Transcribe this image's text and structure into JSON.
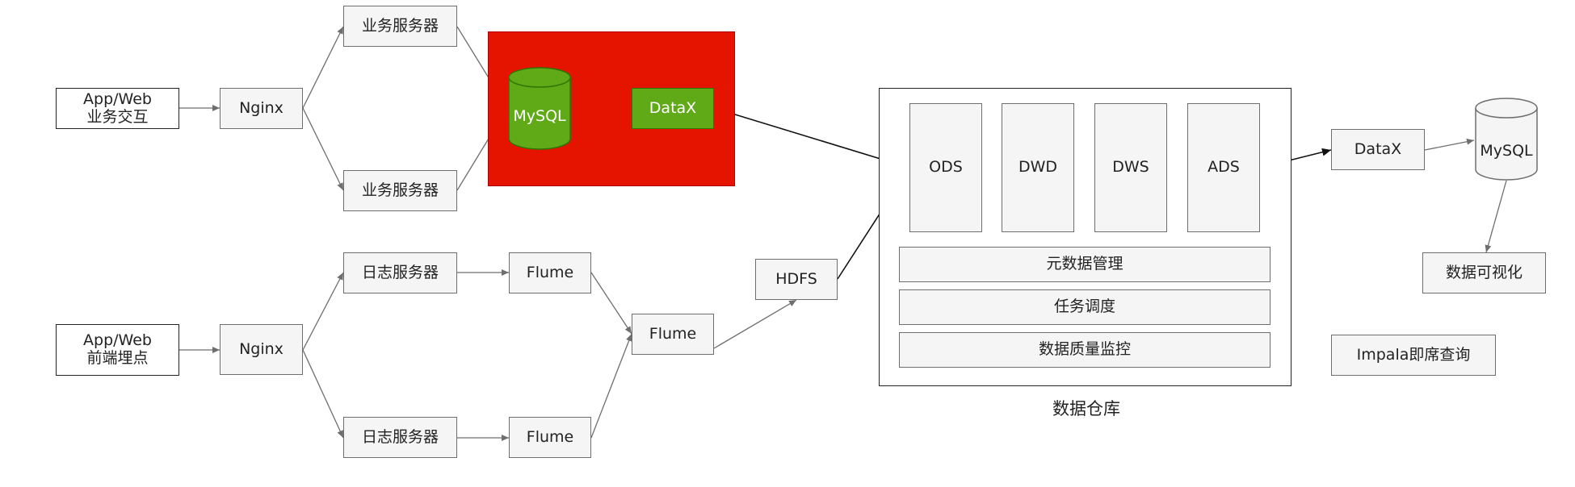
{
  "diagram": {
    "business_flow": {
      "source": [
        "App/Web",
        "业务交互"
      ],
      "proxy": "Nginx",
      "servers": [
        "业务服务器",
        "业务服务器"
      ]
    },
    "sync_block": {
      "db": "MySQL",
      "tool": "DataX",
      "highlight_color": "#e51400"
    },
    "log_flow": {
      "source": [
        "App/Web",
        "前端埋点"
      ],
      "proxy": "Nginx",
      "servers": [
        "日志服务器",
        "日志服务器"
      ],
      "collectors": [
        "Flume",
        "Flume"
      ],
      "aggregator": "Flume",
      "storage": "HDFS"
    },
    "warehouse": {
      "caption": "数据仓库",
      "layers": [
        "ODS",
        "DWD",
        "DWS",
        "ADS"
      ],
      "services": [
        "元数据管理",
        "任务调度",
        "数据质量监控"
      ]
    },
    "output": {
      "export": "DataX",
      "db": "MySQL",
      "viz": "数据可视化",
      "query": "Impala即席查询"
    },
    "colors": {
      "node_fill": "#f5f5f5",
      "node_border": "#6e6e6e",
      "green_fill": "#60a917",
      "green_border": "#2d7600"
    }
  }
}
